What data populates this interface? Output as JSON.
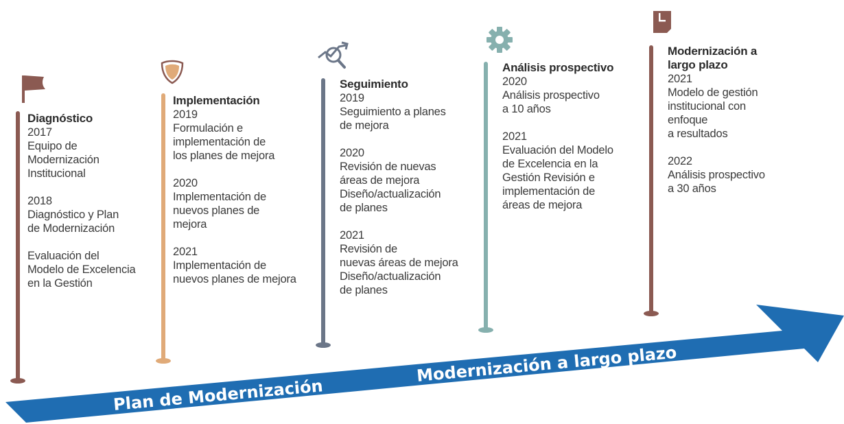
{
  "colors": {
    "arrow": "#1f6db2",
    "diagnostico": "#8b5a52",
    "implementacion": "#e0aa78",
    "seguimiento": "#6b7688",
    "analisis": "#86b0ae",
    "modernizacion": "#8b5a52"
  },
  "arrow": {
    "label_left": "Plan de Modernización",
    "label_right": "Modernización a largo plazo"
  },
  "stages": [
    {
      "title": [
        "Diagnóstico"
      ],
      "icon": "flag-icon",
      "entries": [
        {
          "year": "2017",
          "lines": [
            "Equipo de",
            "Modernización",
            "Institucional"
          ]
        },
        {
          "year": "2018",
          "lines": [
            "Diagnóstico y Plan",
            "de Modernización"
          ]
        },
        {
          "year": "",
          "lines": [
            "Evaluación del",
            "Modelo de Excelencia",
            "en la Gestión"
          ]
        }
      ]
    },
    {
      "title": [
        "Implementación"
      ],
      "icon": "shield-icon",
      "entries": [
        {
          "year": "2019",
          "lines": [
            "Formulación e",
            "implementación de",
            "los planes de mejora"
          ]
        },
        {
          "year": "2020",
          "lines": [
            "Implementación de",
            "nuevos planes de",
            "mejora"
          ]
        },
        {
          "year": "2021",
          "lines": [
            "Implementación de",
            "nuevos planes de mejora"
          ]
        }
      ]
    },
    {
      "title": [
        "Seguimiento"
      ],
      "icon": "magnifier-chart-icon",
      "entries": [
        {
          "year": "2019",
          "lines": [
            "Seguimiento a planes",
            "de mejora"
          ]
        },
        {
          "year": "2020",
          "lines": [
            "Revisión de nuevas",
            "áreas de mejora",
            "Diseño/actualización",
            "de planes"
          ]
        },
        {
          "year": "2021",
          "lines": [
            "Revisión de",
            "nuevas áreas de mejora",
            "Diseño/actualización",
            "de planes"
          ]
        }
      ]
    },
    {
      "title": [
        "Análisis prospectivo"
      ],
      "icon": "gear-icon",
      "entries": [
        {
          "year": "2020",
          "lines": [
            "Análisis prospectivo",
            "a 10 años"
          ]
        },
        {
          "year": "2021",
          "lines": [
            "Evaluación del Modelo",
            "de Excelencia en la",
            "Gestión Revisión e",
            "implementación de",
            "áreas de mejora"
          ]
        }
      ]
    },
    {
      "title": [
        "Modernización a",
        "largo plazo"
      ],
      "icon": "document-icon",
      "entries": [
        {
          "year": "2021",
          "lines": [
            "Modelo de gestión",
            "institucional con",
            "enfoque",
            " a resultados"
          ]
        },
        {
          "year": "2022",
          "lines": [
            "Análisis prospectivo",
            "a 30 años"
          ]
        }
      ]
    }
  ]
}
